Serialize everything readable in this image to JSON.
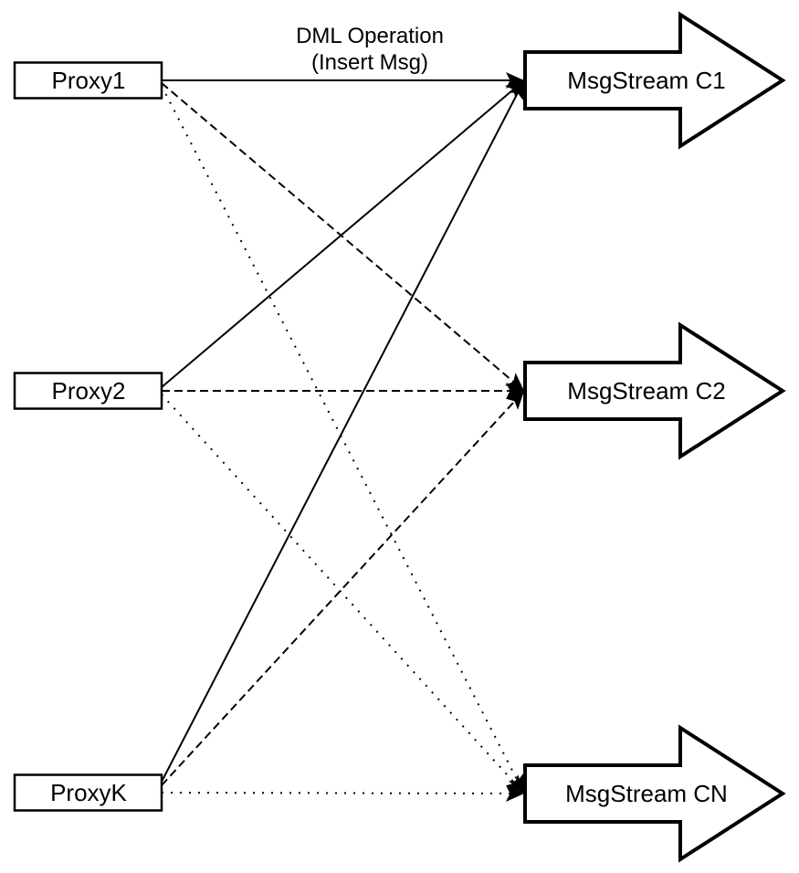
{
  "title": {
    "line1": "DML Operation",
    "line2": "(Insert Msg)"
  },
  "proxies": [
    {
      "id": "proxy1",
      "label": "Proxy1"
    },
    {
      "id": "proxy2",
      "label": "Proxy2"
    },
    {
      "id": "proxyk",
      "label": "ProxyK"
    }
  ],
  "streams": [
    {
      "id": "c1",
      "label": "MsgStream C1"
    },
    {
      "id": "c2",
      "label": "MsgStream C2"
    },
    {
      "id": "cn",
      "label": "MsgStream CN"
    }
  ],
  "edges": [
    {
      "from": "Proxy1",
      "to": "MsgStream C1",
      "style": "solid"
    },
    {
      "from": "Proxy1",
      "to": "MsgStream C2",
      "style": "dashed"
    },
    {
      "from": "Proxy1",
      "to": "MsgStream CN",
      "style": "dotted"
    },
    {
      "from": "Proxy2",
      "to": "MsgStream C1",
      "style": "solid"
    },
    {
      "from": "Proxy2",
      "to": "MsgStream C2",
      "style": "dashed"
    },
    {
      "from": "Proxy2",
      "to": "MsgStream CN",
      "style": "dotted"
    },
    {
      "from": "ProxyK",
      "to": "MsgStream C1",
      "style": "solid"
    },
    {
      "from": "ProxyK",
      "to": "MsgStream C2",
      "style": "dashed"
    },
    {
      "from": "ProxyK",
      "to": "MsgStream CN",
      "style": "dotted"
    }
  ],
  "colors": {
    "stroke": "#000000",
    "fill": "#ffffff",
    "background": "#ffffff"
  }
}
